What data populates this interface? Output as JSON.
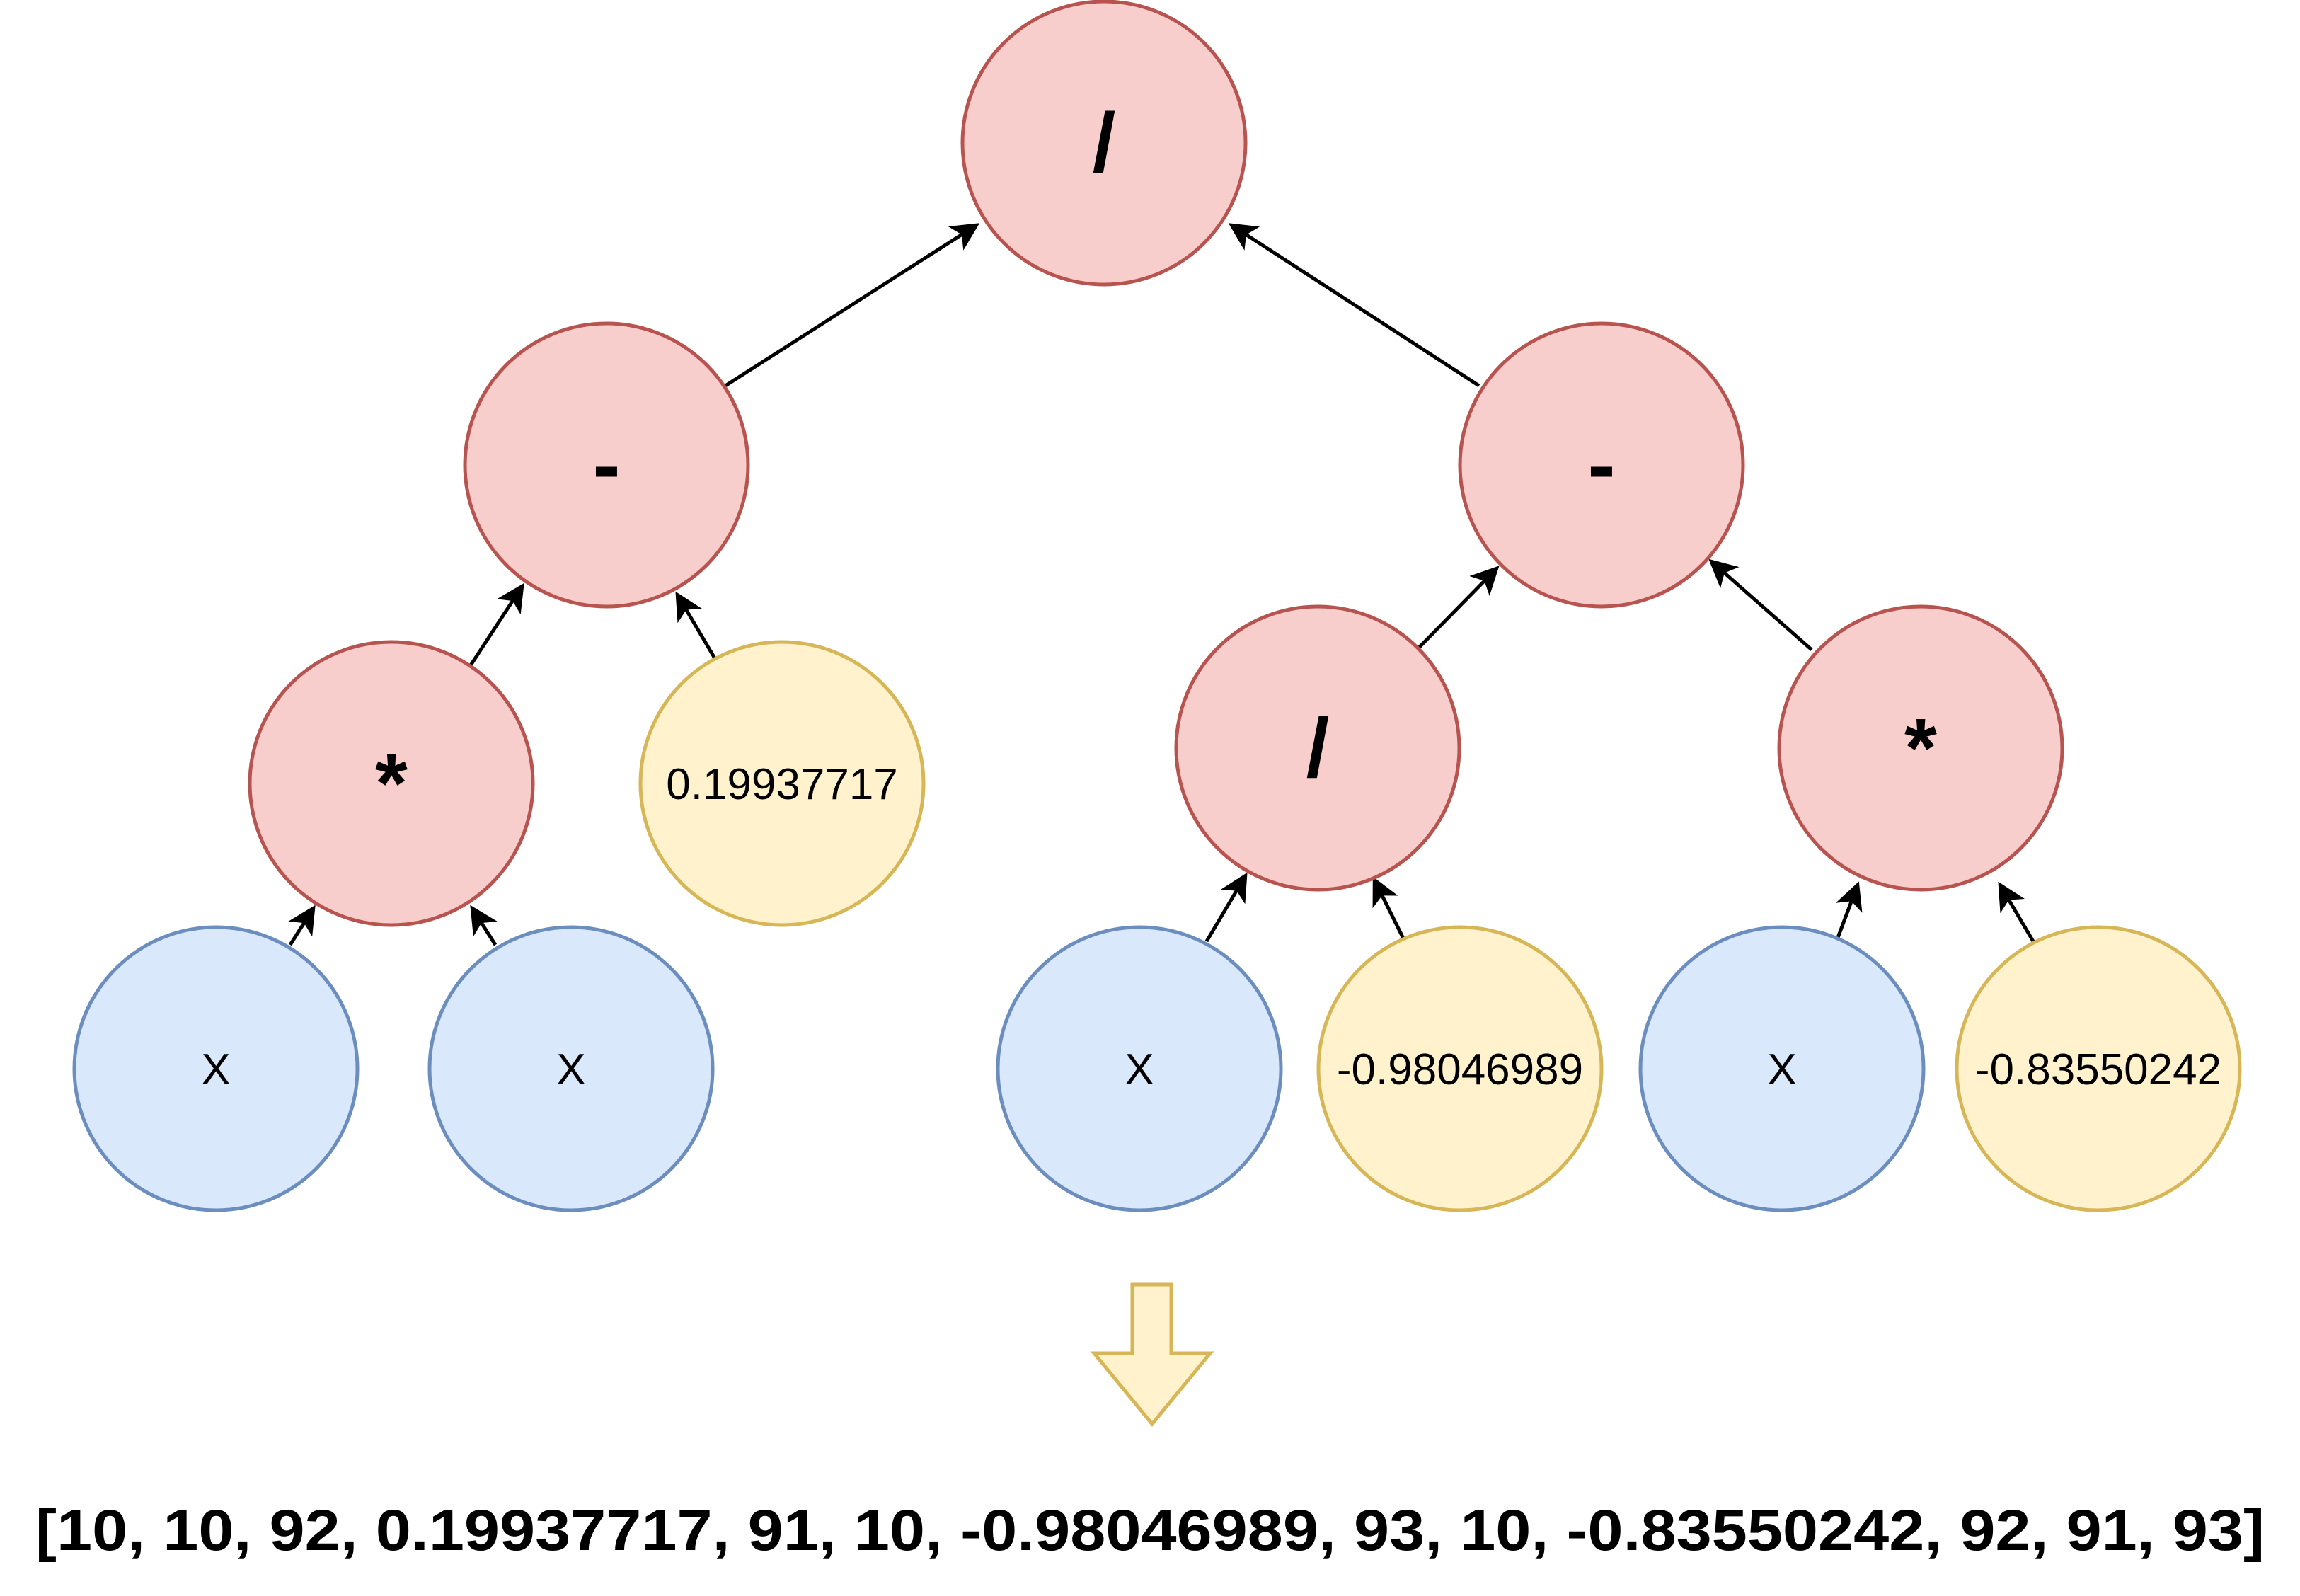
{
  "tree": {
    "root": {
      "label": "/"
    },
    "left_minus": {
      "label": "-"
    },
    "right_minus": {
      "label": "-"
    },
    "left_mult": {
      "label": "*"
    },
    "right_div": {
      "label": "/"
    },
    "right_mult": {
      "label": "*"
    },
    "const_a": {
      "label": "0.19937717"
    },
    "const_b": {
      "label": "-0.98046989"
    },
    "const_c": {
      "label": "-0.83550242"
    },
    "var_1": {
      "label": "X"
    },
    "var_2": {
      "label": "X"
    },
    "var_3": {
      "label": "X"
    },
    "var_4": {
      "label": "X"
    }
  },
  "encoding": "[10, 10, 92, 0.19937717, 91, 10, -0.98046989, 93, 10, -0.83550242, 92, 91, 93]",
  "colors": {
    "operator_fill": "#f8cecc",
    "operator_stroke": "#b85450",
    "variable_fill": "#dae8fc",
    "variable_stroke": "#6c8ebf",
    "constant_fill": "#fff2cc",
    "constant_stroke": "#d6b656"
  }
}
